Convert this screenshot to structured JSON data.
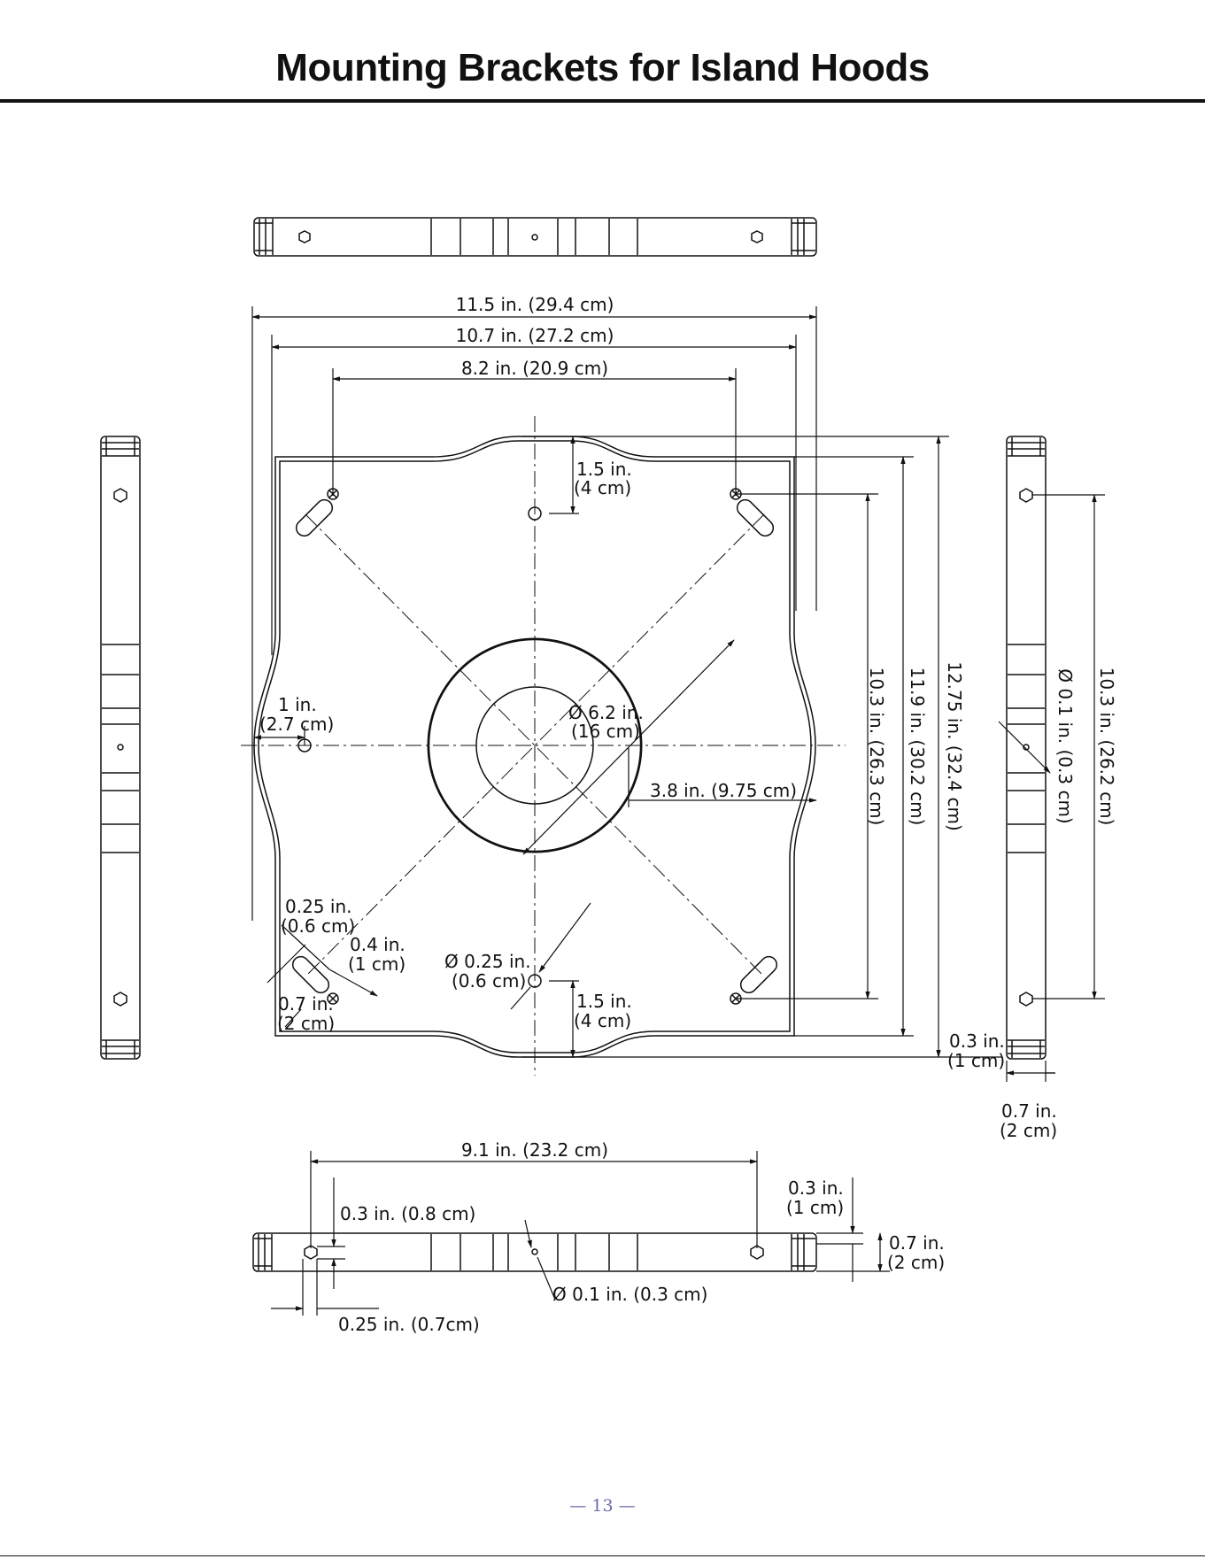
{
  "page": {
    "title": "Mounting Brackets for Island Hoods",
    "page_number": "— 13 —",
    "page_number_color": "#6a6aa8",
    "line_color": "#111111"
  },
  "labels": {
    "top_w_outer": "11.5 in. (29.4 cm)",
    "top_w_mid": "10.7 in. (27.2 cm)",
    "top_w_holes": "8.2 in. (20.9 cm)",
    "center_hole_top_in": "1.5 in.",
    "center_hole_top_cm": "(4 cm)",
    "left_hole_in": "1 in.",
    "left_hole_cm": "(2.7 cm)",
    "circle_dia_in": "Ø 6.2 in.",
    "circle_dia_cm": "(16 cm)",
    "circle_radius": "3.8 in. (9.75 cm)",
    "slot_w_in": "0.25 in.",
    "slot_w_cm": "(0.6 cm)",
    "slot_gap_in": "0.4 in.",
    "slot_gap_cm": "(1 cm)",
    "slot_len_in": "0.7 in.",
    "slot_len_cm": "(2 cm)",
    "bottom_hole_dia_in": "Ø 0.25 in.",
    "bottom_hole_dia_cm": "(0.6 cm)",
    "center_hole_bottom_in": "1.5 in.",
    "center_hole_bottom_cm": "(4 cm)",
    "height_holes": "10.3 in. (26.3 cm)",
    "height_mid": "11.9 in. (30.2 cm)",
    "height_outer": "12.75 in. (32.4 cm)",
    "side_hole_dia": "Ø 0.1 in. (0.3 cm)",
    "side_hole_spacing": "10.3 in. (26.2 cm)",
    "corner_offset_in": "0.3 in.",
    "corner_offset_cm": "(1 cm)",
    "side_width_in": "0.7 in.",
    "side_width_cm": "(2 cm)",
    "bar_hole_spacing": "9.1 in. (23.2 cm)",
    "bar_hole_offset": "0.3 in. (0.8 cm)",
    "bar_edge_offset": "0.25 in. (0.7cm)",
    "bar_center_hole": "Ø 0.1 in. (0.3 cm)",
    "bar_thickness_in": "0.3 in.",
    "bar_thickness_cm": "(1 cm)",
    "bar_height_in": "0.7 in.",
    "bar_height_cm": "(2 cm)"
  }
}
